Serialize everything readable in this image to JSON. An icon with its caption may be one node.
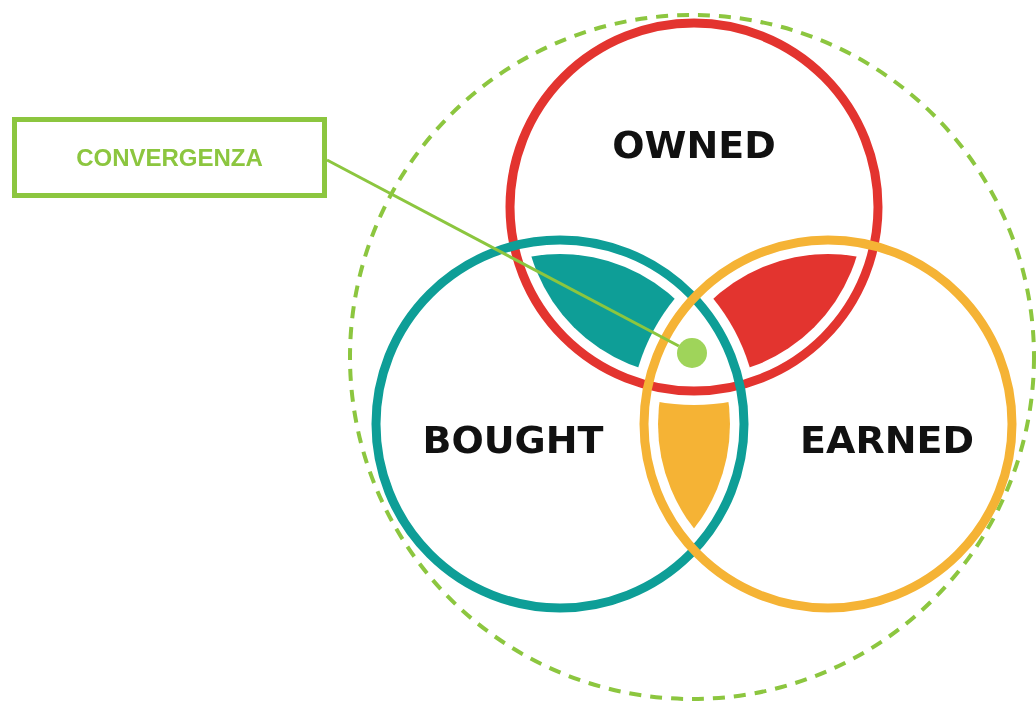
{
  "diagram": {
    "nodes": [
      {
        "text": [],
        "shape": "circle"
      },
      {
        "text": [
          "OWNED"
        ],
        "in": 0
      },
      {
        "text": [
          "BOUGHT"
        ],
        "in": 0
      },
      {
        "text": [
          "EARNED"
        ],
        "in": 0
      },
      {
        "text": [
          "CONVERGENZA"
        ]
      },
      {
        "text": [],
        "shape": "circle"
      }
    ],
    "edges": [
      {
        "from": 4,
        "to": 5,
        "arrow": "none",
        "color": "#8cc63f"
      }
    ]
  }
}
